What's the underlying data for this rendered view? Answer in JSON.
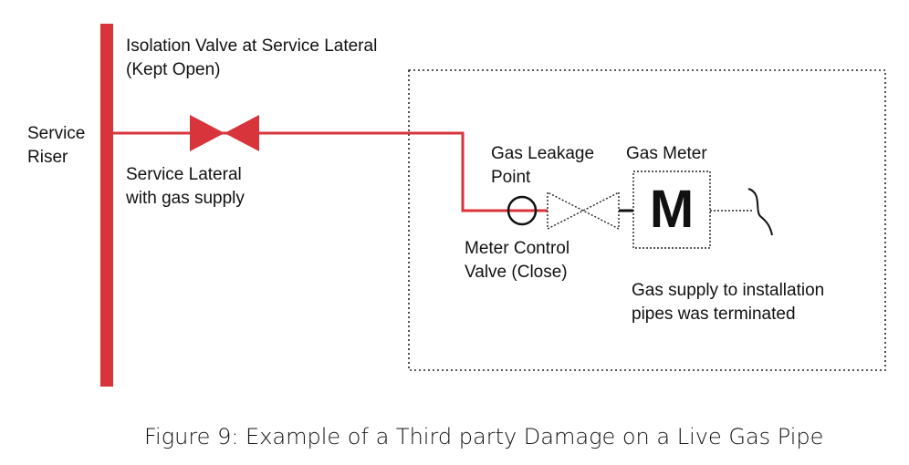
{
  "labels": {
    "service_riser": [
      "Service",
      "Riser"
    ],
    "isolation_valve": [
      "Isolation Valve at Service Lateral",
      "(Kept Open)"
    ],
    "service_lateral": [
      "Service Lateral",
      "with gas supply"
    ],
    "gas_leakage_point": [
      "Gas Leakage",
      "Point"
    ],
    "gas_meter": "Gas Meter",
    "meter_letter": "M",
    "meter_control_valve": [
      "Meter Control",
      "Valve (Close)"
    ],
    "termination_note": [
      "Gas supply to installation",
      "pipes was terminated"
    ]
  },
  "caption": "Figure 9: Example of a Third party Damage on a Live Gas Pipe",
  "colors": {
    "live_pipe": "#d8343b",
    "ink": "#111111",
    "dotted_border": "#222222"
  }
}
